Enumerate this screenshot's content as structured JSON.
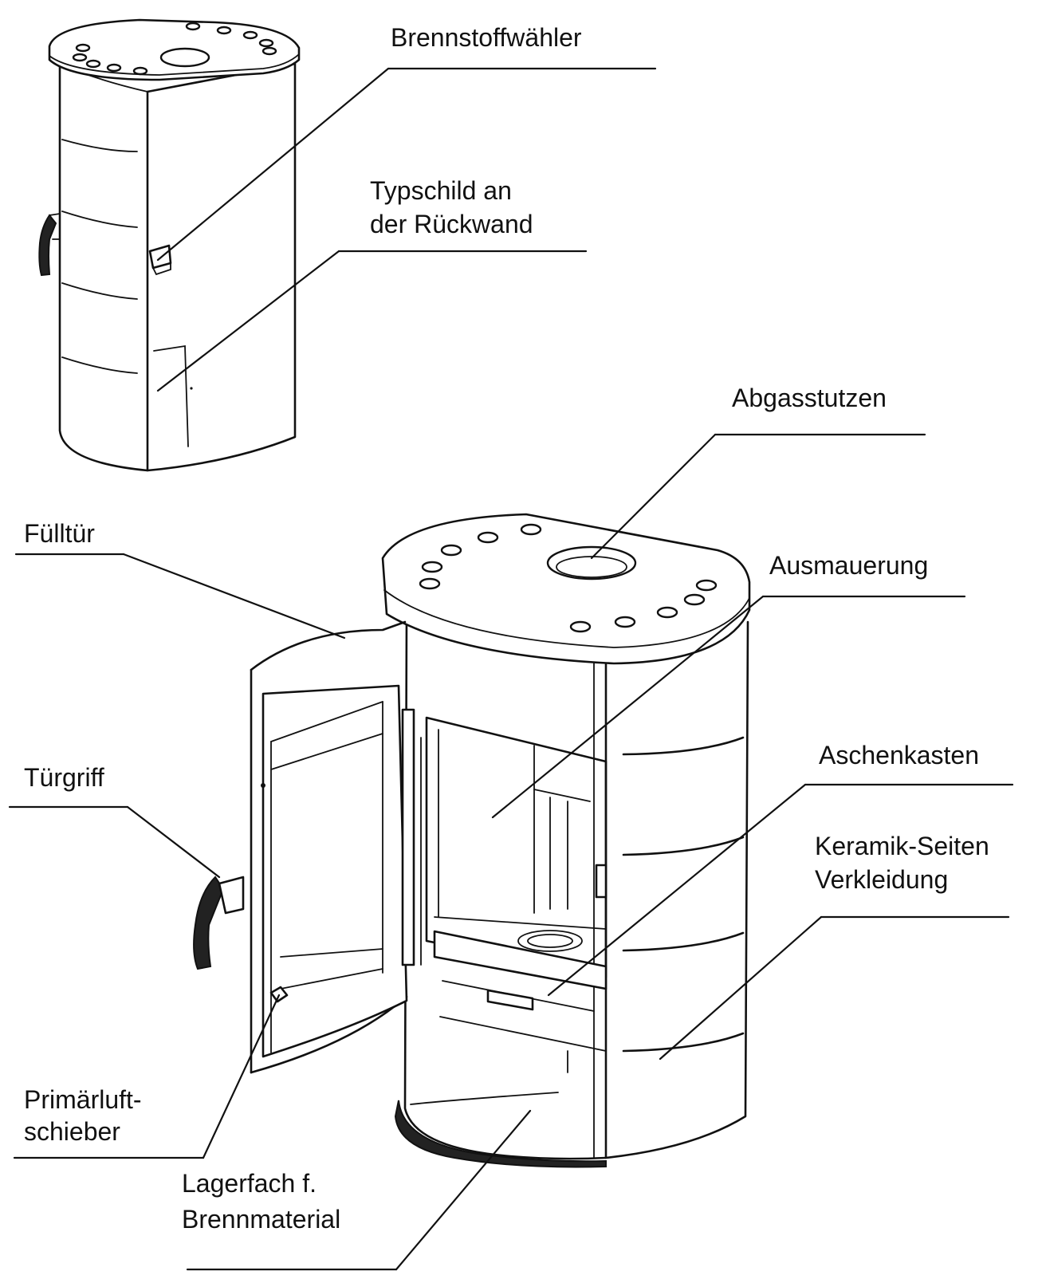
{
  "labels": {
    "brennstoffwaehler": "Brennstoffwähler",
    "typschild_1": "Typschild an",
    "typschild_2": "der Rückwand",
    "abgasstutzen": "Abgasstutzen",
    "fuelltuer": "Fülltür",
    "ausmauerung": "Ausmauerung",
    "aschenkasten": "Aschenkasten",
    "tuergriff": "Türgriff",
    "keramik_1": "Keramik-Seiten",
    "keramik_2": "Verkleidung",
    "primaerluft_1": "Primärluft-",
    "primaerluft_2": "schieber",
    "lagerfach_1": "Lagerfach f.",
    "lagerfach_2": "Brennmaterial"
  }
}
